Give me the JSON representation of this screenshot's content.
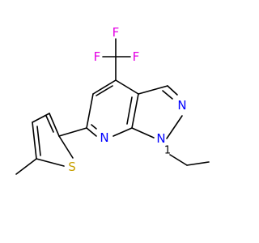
{
  "molecule": {
    "atoms": [
      {
        "label": "F",
        "color": "#e400e4"
      },
      {
        "label": "F",
        "color": "#e400e4"
      },
      {
        "label": "F",
        "color": "#e400e4"
      },
      {
        "label": "N",
        "color": "#0000ff"
      },
      {
        "label": "N",
        "color": "#0000ff"
      },
      {
        "label": "N",
        "color": "#0000ff"
      },
      {
        "label": "S",
        "color": "#c8a000"
      }
    ],
    "bond_color": "#000000"
  }
}
